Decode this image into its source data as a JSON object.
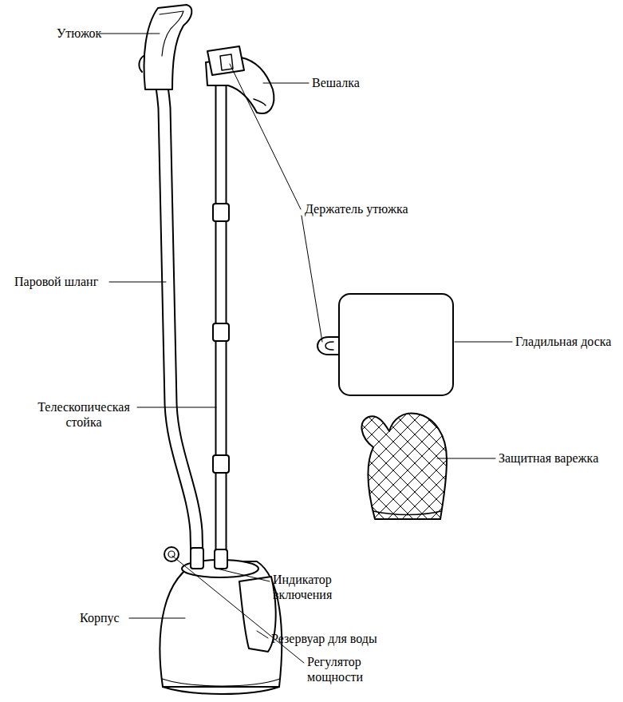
{
  "diagram": {
    "labels": [
      "Утюжок",
      "Вешалка",
      "Держатель утюжка",
      "Гладильная доска",
      "Паровой шланг",
      "Телескопическая стойка",
      "Защитная варежка",
      "Индикатор включения",
      "Корпус",
      "Резервуар для воды",
      "Регулятор мощности"
    ]
  }
}
